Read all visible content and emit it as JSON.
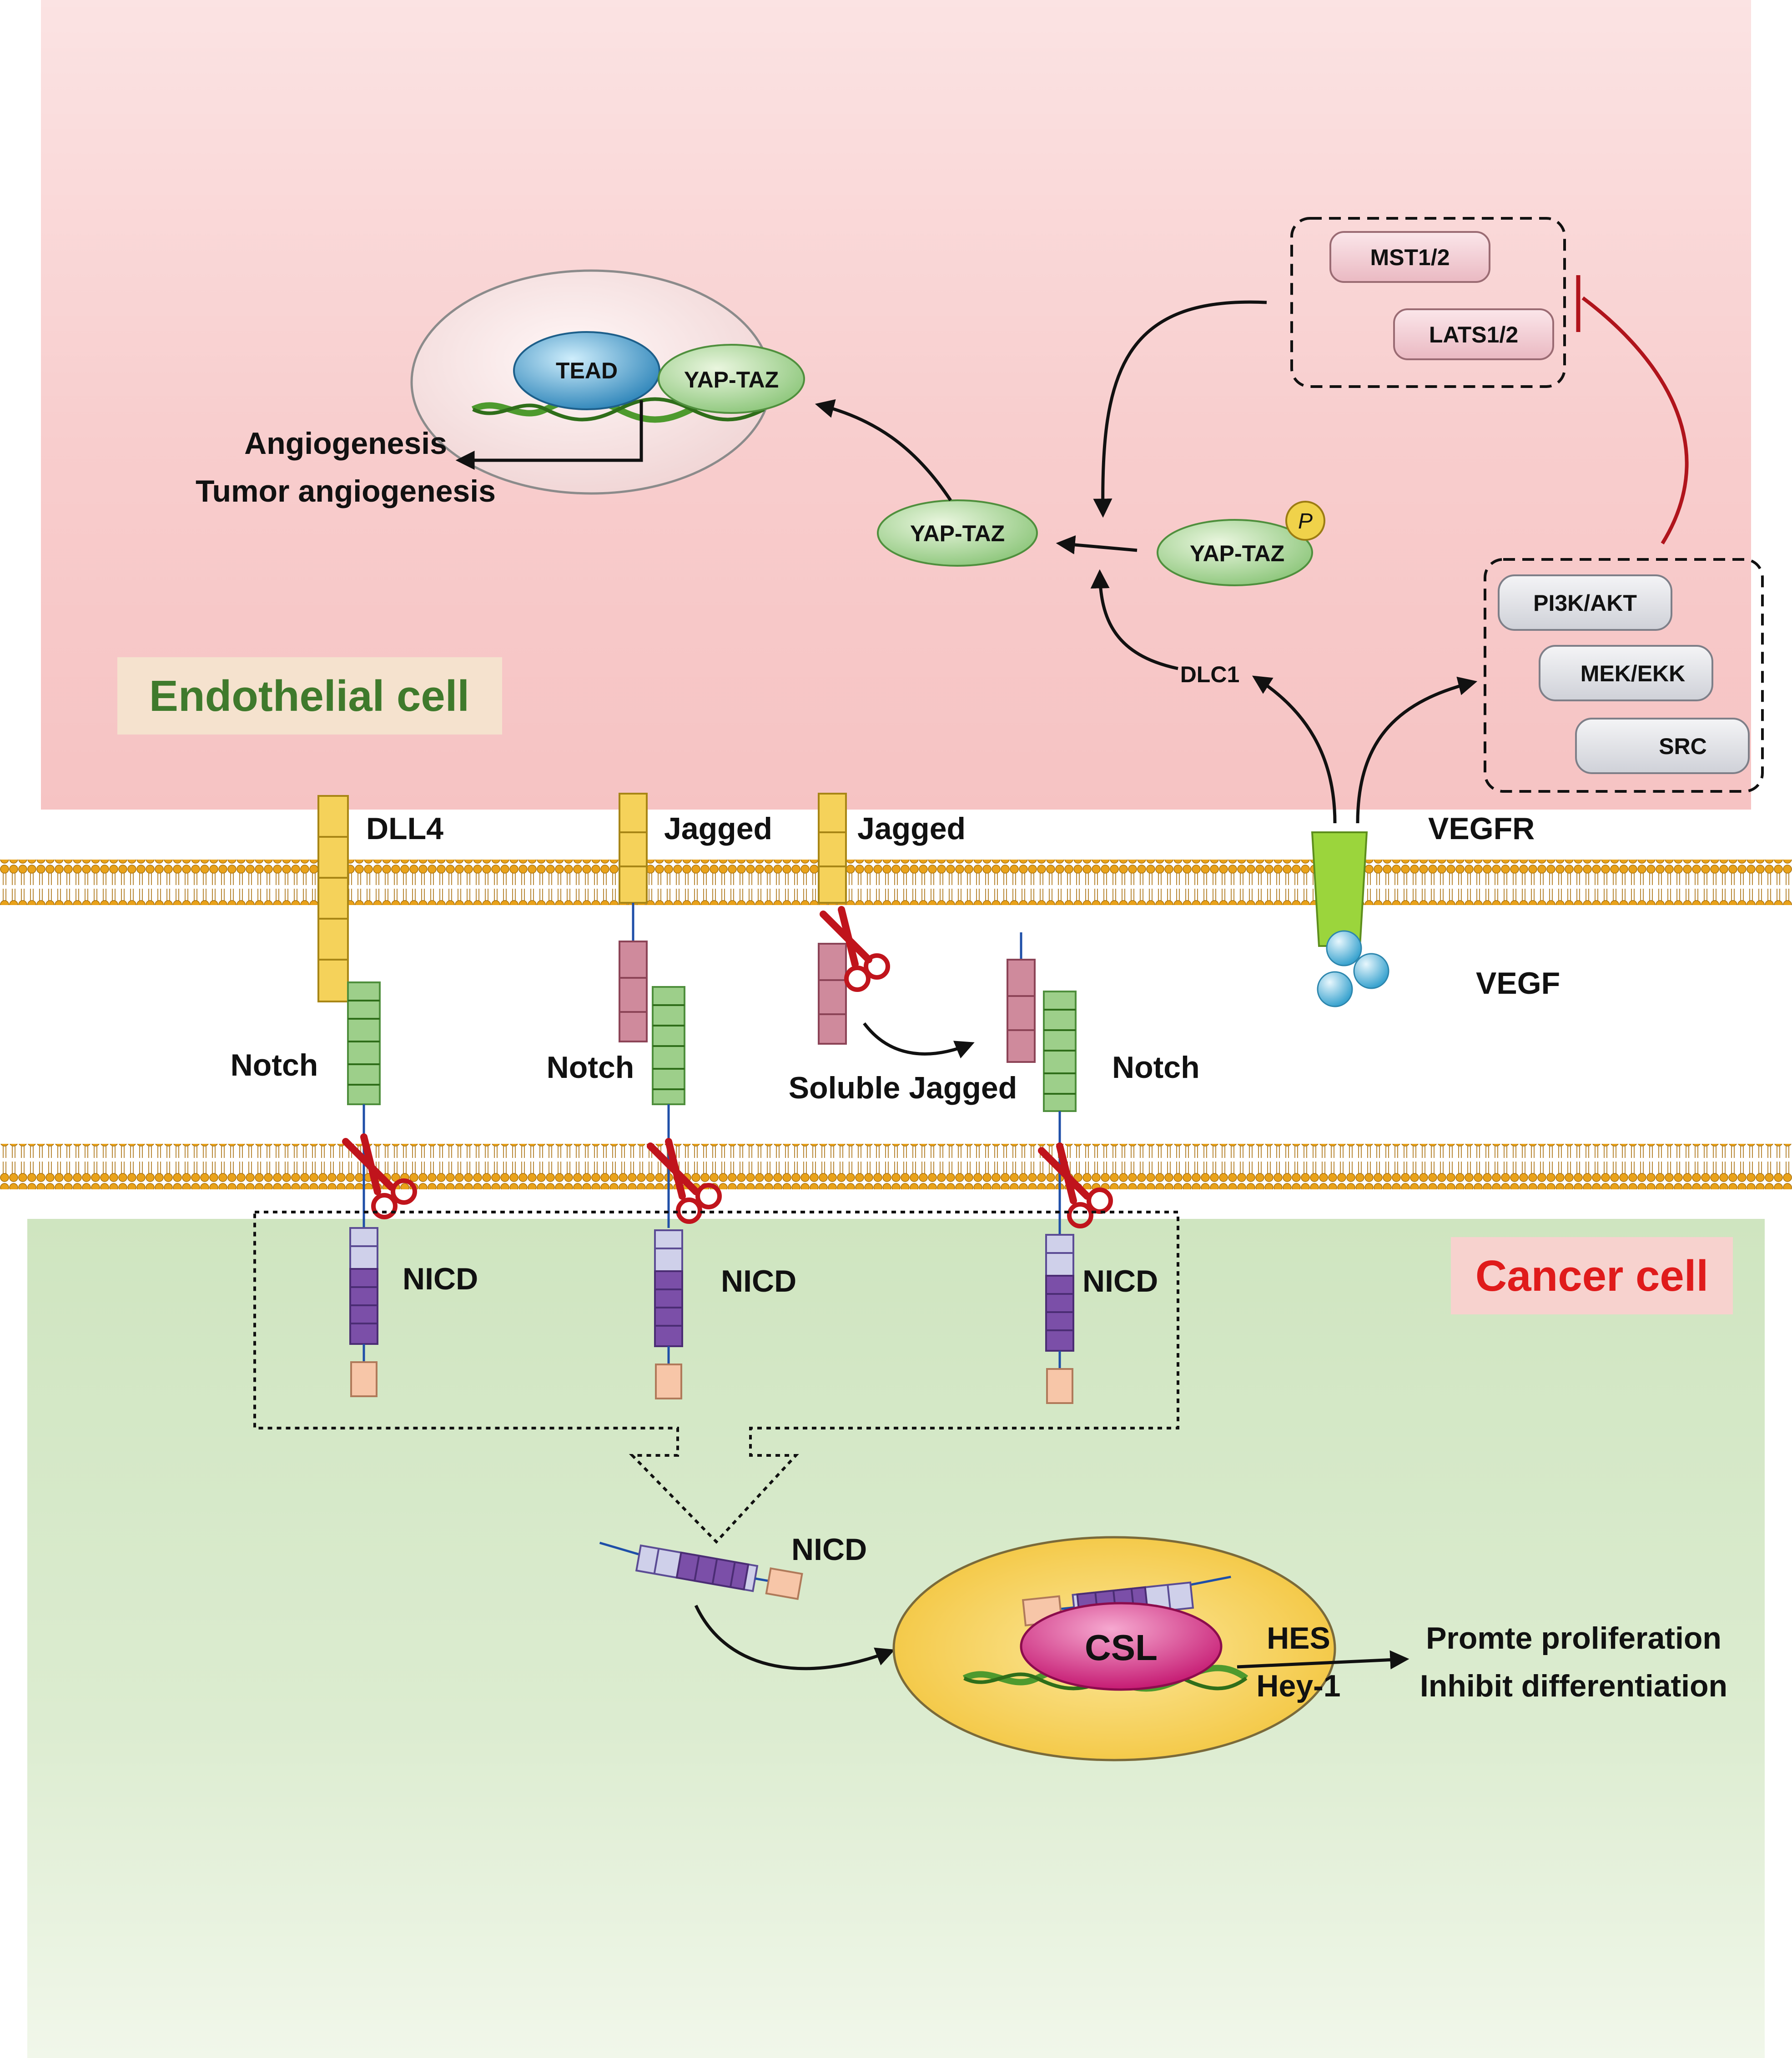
{
  "regions": {
    "endothelial": "Endothelial cell",
    "cancer": "Cancer cell"
  },
  "nucleus_top": {
    "tead": "TEAD",
    "yap_taz": "YAP-TAZ",
    "outputs": [
      "Angiogenesis",
      "Tumor angiogenesis"
    ]
  },
  "hippo_box": [
    "MST1/2",
    "LATS1/2"
  ],
  "yap_free": "YAP-TAZ",
  "yap_phospho": "YAP-TAZ",
  "phospho_mark": "P",
  "dlc1": "DLC1",
  "kinase_box": [
    "PI3K/AKT",
    "MEK/EKK",
    "SRC"
  ],
  "receptors": {
    "dll4": "DLL4",
    "jagged1": "Jagged",
    "jagged2": "Jagged",
    "vegfr": "VEGFR",
    "vegf": "VEGF",
    "notch1": "Notch",
    "notch2": "Notch",
    "notch3": "Notch",
    "soluble_jagged": "Soluble Jagged"
  },
  "nicd": [
    "NICD",
    "NICD",
    "NICD",
    "NICD"
  ],
  "nucleus_bottom": {
    "csl": "CSL",
    "genes": [
      "HES",
      "Hey-1"
    ],
    "outputs": [
      "Promte proliferation",
      "Inhibit differentiation"
    ]
  },
  "colors": {
    "endothelial_bg": "#f7caca",
    "cancer_bg": "#d5e8c8",
    "membrane_head": "#e9a21a",
    "jagged": "#f5d25a",
    "notch": "#9dcf8a",
    "cleaved": "#cf8a9c",
    "nicd": "#7b4fa8",
    "scissors": "#c0141c",
    "inhibition": "#b0141c",
    "csl": "#d1237f",
    "nucleus_bottom": "#f8d565",
    "vegfr": "#9bd53c",
    "vegf": "#5fb6dc"
  }
}
